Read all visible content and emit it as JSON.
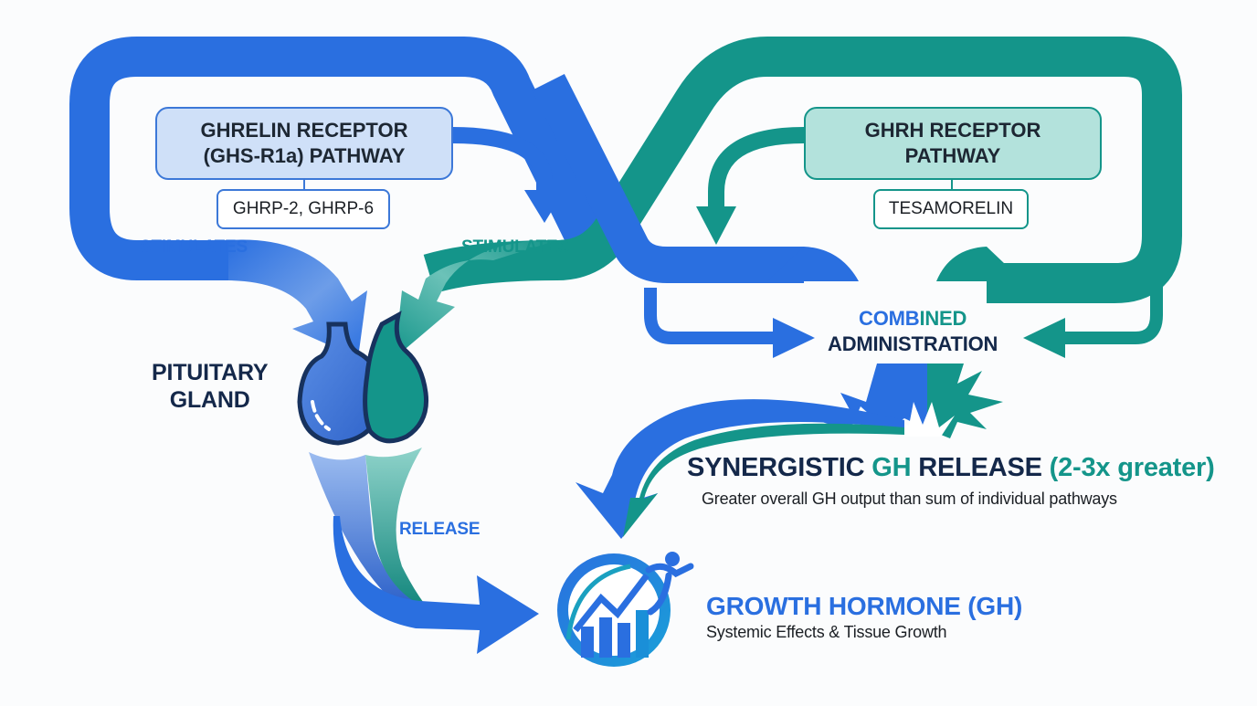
{
  "colors": {
    "blue": "#2a6fe0",
    "blue_light": "#cfe0f8",
    "teal": "#14958a",
    "teal_light": "#b3e2dc",
    "navy": "#14284a",
    "text_dark": "#1d2733"
  },
  "ghrelin_pathway": {
    "title_line1": "GHRELIN RECEPTOR",
    "title_line2": "(GHS-R1a) PATHWAY",
    "drugs": "GHRP-2, GHRP-6",
    "stimulates_label": "STIMULATES"
  },
  "ghrh_pathway": {
    "title_line1": "GHRH RECEPTOR",
    "title_line2": "PATHWAY",
    "drugs": "TESAMORELIN",
    "stimulates_label": "STIMULATES"
  },
  "pituitary": {
    "label_line1": "PITUITARY",
    "label_line2": "GLAND",
    "release_label": "RELEASE"
  },
  "combined": {
    "line1_part1": "COMB",
    "line1_part2": "INED",
    "line2": "ADMINISTRATION"
  },
  "synergy": {
    "title_part1": "SYNERGISTIC ",
    "title_part2": "GH",
    "title_part3": " RELEASE ",
    "title_part4": "(2-3x greater)",
    "subtitle": "Greater overall GH output than sum of individual pathways"
  },
  "growth_hormone": {
    "title": "GROWTH HORMONE (GH)",
    "subtitle": "Systemic Effects & Tissue Growth",
    "icon": "growth-chart-runner-icon"
  }
}
